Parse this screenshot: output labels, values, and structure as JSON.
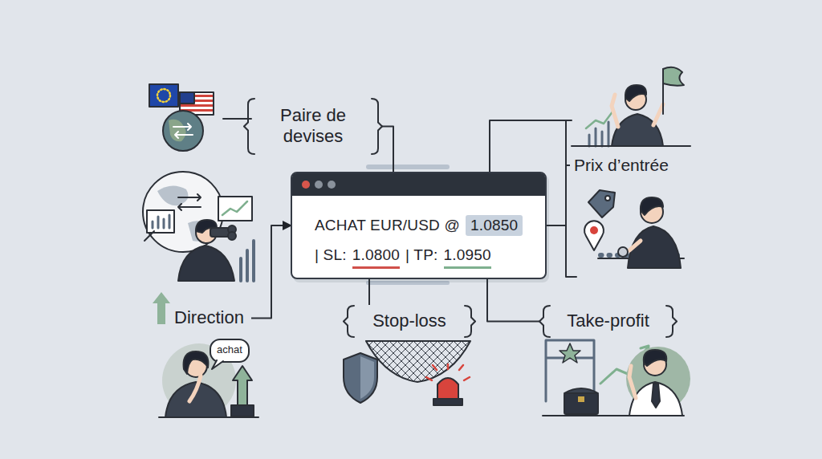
{
  "diagram": {
    "nodes": [
      {
        "text": [
          "ACHAT EUR/USD @",
          "1.0850",
          "| SL:",
          "1.0800",
          "| TP:",
          "1.0950"
        ]
      },
      {
        "text": [
          "Paire de devises"
        ]
      },
      {
        "text": [
          "Prix d’entrée"
        ]
      },
      {
        "text": [
          "Direction"
        ]
      },
      {
        "text": [
          "Stop-loss"
        ]
      },
      {
        "text": [
          "Take-profit"
        ]
      }
    ],
    "edges": [
      {
        "from": 1,
        "to": 0,
        "arrow": "none"
      },
      {
        "from": 0,
        "to": 2,
        "arrow": "none"
      },
      {
        "from": 3,
        "to": 0,
        "arrow": "to"
      },
      {
        "from": 0,
        "to": 4,
        "arrow": "none"
      },
      {
        "from": 0,
        "to": 5,
        "arrow": "none"
      }
    ],
    "labels": [
      "achat"
    ]
  }
}
